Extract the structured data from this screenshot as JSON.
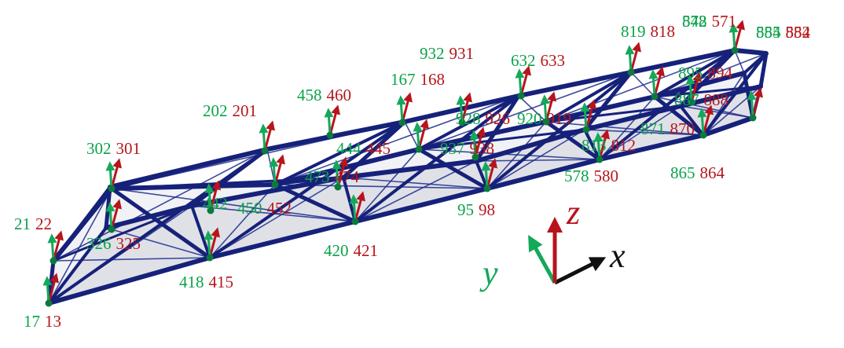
{
  "colors": {
    "member": "#16217a",
    "brace": "#1c2a8c",
    "panel": "#c9ccd6",
    "node": "#0b7a3b",
    "green_label": "#0aa24a",
    "red_label": "#b5161b",
    "green_arrow": "#14a85a",
    "red_arrow": "#b7141c",
    "axis_dark": "#111111"
  },
  "axes": {
    "x": "x",
    "y": "y",
    "z": "z"
  },
  "node_labels": [
    {
      "green": "17",
      "red": "13"
    },
    {
      "green": "21",
      "red": "22"
    },
    {
      "green": "326",
      "red": "325"
    },
    {
      "green": "302",
      "red": "301"
    },
    {
      "green": "418",
      "red": "415"
    },
    {
      "green": "442",
      "red": ""
    },
    {
      "green": "450",
      "red": "452"
    },
    {
      "green": "202",
      "red": "201"
    },
    {
      "green": "420",
      "red": "421"
    },
    {
      "green": "473",
      "red": "474"
    },
    {
      "green": "458",
      "red": "460"
    },
    {
      "green": "444",
      "red": "445"
    },
    {
      "green": "167",
      "red": "168"
    },
    {
      "green": "95",
      "red": "98"
    },
    {
      "green": "937",
      "red": "938"
    },
    {
      "green": "932",
      "red": "931"
    },
    {
      "green": "928",
      "red": "926"
    },
    {
      "green": "920",
      "red": "919"
    },
    {
      "green": "632",
      "red": "633"
    },
    {
      "green": "578",
      "red": "580"
    },
    {
      "green": "813",
      "red": "812"
    },
    {
      "green": "819",
      "red": "818"
    },
    {
      "green": "871",
      "red": "870"
    },
    {
      "green": "865",
      "red": "864"
    },
    {
      "green": "887",
      "red": "888"
    },
    {
      "green": "895",
      "red": "894"
    },
    {
      "green": "572",
      "red": "571"
    },
    {
      "green": "848",
      "red": ""
    },
    {
      "green": "585",
      "red": "584"
    },
    {
      "green": "854",
      "red": "852"
    }
  ]
}
